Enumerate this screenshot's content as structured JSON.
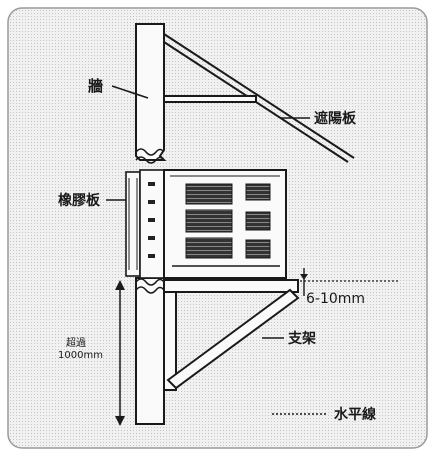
{
  "labels": {
    "wall": "牆",
    "sunshade": "遮陽板",
    "rubber_pad": "橡膠板",
    "gap": "6-10mm",
    "bracket": "支架",
    "height_line1": "超過",
    "height_line2": "1000mm",
    "horizontal_line": "水平線"
  },
  "colors": {
    "paper": "#ededed",
    "ink": "#1a1a1a",
    "border": "#9a9a9a",
    "grille": "#2a2a2a"
  }
}
